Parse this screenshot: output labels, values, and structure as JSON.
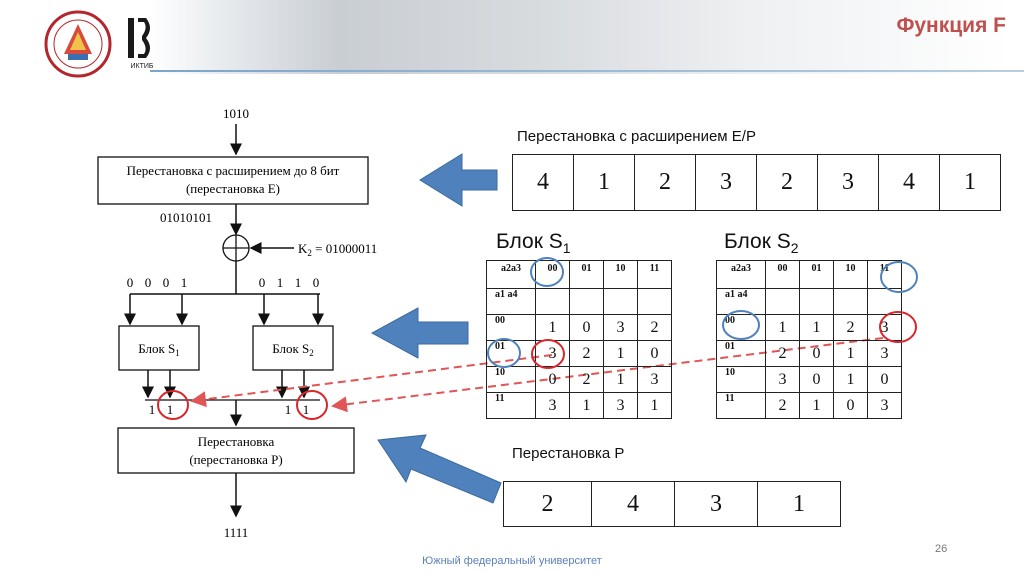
{
  "header": {
    "title": "Функция F",
    "university_logo_icon": "university-seal-icon",
    "institute_logo_icon": "ictib-logo-icon",
    "institute_logo_text": "ИКТИБ"
  },
  "footer": {
    "university": "Южный федеральный университет",
    "page_number": "26"
  },
  "flow": {
    "input": "1010",
    "expansion_box_line1": "Перестановка с расширением до 8 бит",
    "expansion_box_line2": "(перестановка Е)",
    "expanded_bits": "01010101",
    "key": "K",
    "key_sub": "2",
    "key_value": " = 01000011",
    "left_bits": [
      "0",
      "0",
      "0",
      "1"
    ],
    "right_bits": [
      "0",
      "1",
      "1",
      "0"
    ],
    "sbox1_label": "Блок S",
    "sbox1_sub": "1",
    "sbox2_label": "Блок S",
    "sbox2_sub": "2",
    "sbox1_out": [
      "1",
      "1"
    ],
    "sbox2_out": [
      "1",
      "1"
    ],
    "perm_box_line1": "Перестановка",
    "perm_box_line2": "(перестановка Р)",
    "output": "1111"
  },
  "ep": {
    "title": "Перестановка с расширением Е/Р",
    "values": [
      "4",
      "1",
      "2",
      "3",
      "2",
      "3",
      "4",
      "1"
    ]
  },
  "s1": {
    "title": "Блок S",
    "sub": "1",
    "corner": "a2a3",
    "row_label_header": "a1 a4",
    "cols": [
      "00",
      "01",
      "10",
      "11"
    ],
    "rows": [
      {
        "label": "00",
        "values": [
          "1",
          "0",
          "3",
          "2"
        ]
      },
      {
        "label": "01",
        "values": [
          "3",
          "2",
          "1",
          "0"
        ]
      },
      {
        "label": "10",
        "values": [
          "0",
          "2",
          "1",
          "3"
        ]
      },
      {
        "label": "11",
        "values": [
          "3",
          "1",
          "3",
          "1"
        ]
      }
    ]
  },
  "s2": {
    "title": "Блок S",
    "sub": "2",
    "corner": "a2a3",
    "row_label_header": "a1 a4",
    "cols": [
      "00",
      "01",
      "10",
      "11"
    ],
    "rows": [
      {
        "label": "00",
        "values": [
          "1",
          "1",
          "2",
          "3"
        ]
      },
      {
        "label": "01",
        "values": [
          "2",
          "0",
          "1",
          "3"
        ]
      },
      {
        "label": "10",
        "values": [
          "3",
          "0",
          "1",
          "0"
        ]
      },
      {
        "label": "11",
        "values": [
          "2",
          "1",
          "0",
          "3"
        ]
      }
    ]
  },
  "p": {
    "title": "Перестановка Р",
    "values": [
      "2",
      "4",
      "3",
      "1"
    ]
  },
  "colors": {
    "title_red": "#c0504d",
    "arrow_blue": "#4f81bd",
    "circle_blue": "#4f81bd",
    "circle_red": "#d9262c",
    "dashed_red": "#e05555",
    "footer_blue": "#5b7fb8"
  }
}
